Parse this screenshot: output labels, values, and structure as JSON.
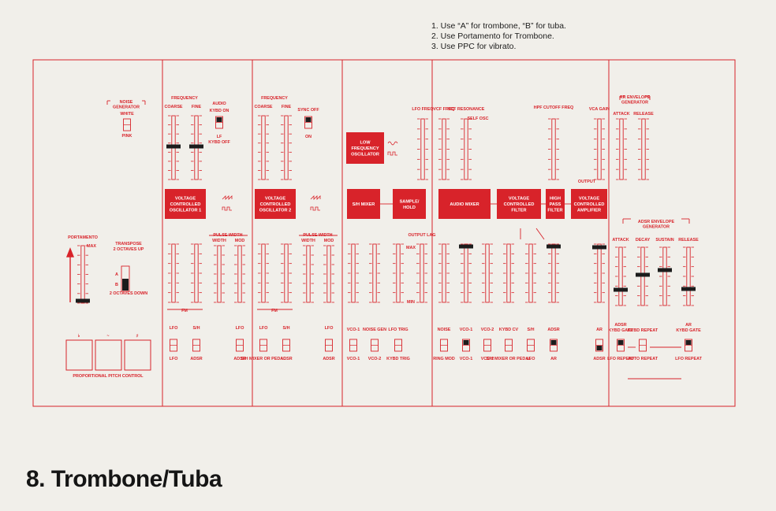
{
  "title": "8. Trombone/Tuba",
  "notes": [
    "1. Use “A” for trombone, “B” for tuba.",
    "2. Use Portamento for Trombone.",
    "3. Use PPC for vibrato."
  ],
  "colors": {
    "accent": "#d8232a",
    "paper": "#f1efea",
    "ink": "#1c1c1c"
  },
  "modules": {
    "noise_generator": "NOISE GENERATOR",
    "vco1": "VOLTAGE CONTROLLED OSCILLATOR 1",
    "vco2": "VOLTAGE CONTROLLED OSCILLATOR 2",
    "lfo": "LOW FREQUENCY OSCILLATOR",
    "sh_mixer": "S/H MIXER",
    "sample_hold": "SAMPLE/ HOLD",
    "audio_mixer": "AUDIO MIXER",
    "vcf": "VOLTAGE CONTROLLED FILTER",
    "hpf": "HIGH PASS FILTER",
    "vca": "VOLTAGE CONTROLLED AMPLIFIER",
    "ar_env": "AR ENVELOPE GENERATOR",
    "adsr_env": "ADSR ENVELOPE GENERATOR"
  },
  "labels": {
    "noise_white": "WHITE",
    "noise_pink": "PINK",
    "frequency": "FREQUENCY",
    "coarse": "COARSE",
    "fine": "FINE",
    "audio": "AUDIO",
    "kybd_on": "KYBD ON",
    "lf": "LF",
    "kybd_off": "KYBD OFF",
    "sync_off": "SYNC OFF",
    "on": "ON",
    "pulse_width": "PULSE WIDTH",
    "width": "WIDTH",
    "mod": "MOD",
    "fm": "FM",
    "min": "MIN",
    "max": "MAX",
    "lfo_freq": "LFO FREQ",
    "vcf_freq": "VCF FREQ",
    "vcf_resonance": "VCF RESONANCE",
    "self_osc": "SELF OSC",
    "hpf_cutoff": "HPF CUTOFF FREQ",
    "vca_gain": "VCA GAIN",
    "output": "OUTPUT",
    "output_lag": "OUTPUT LAG",
    "attack": "ATTACK",
    "decay": "DECAY",
    "sustain": "SUSTAIN",
    "release": "RELEASE",
    "portamento": "PORTAMENTO",
    "transpose": "TRANSPOSE",
    "two_up": "2 OCTAVES UP",
    "two_down": "2 OCTAVES DOWN",
    "pos_a": "A",
    "pos_b": "B",
    "ppc": "PROPORTIONAL PITCH CONTROL",
    "flat": "♭",
    "wave": "~",
    "sharp": "♯",
    "lfo": "LFO",
    "sh": "S/H",
    "adsr": "ADSR",
    "ar": "AR",
    "sh_mixer_pedal": "S/H MIXER OR PEDAL",
    "vco_1": "VCO-1",
    "vco_2": "VCO-2",
    "noise_gen": "NOISE GEN",
    "lfo_trig": "LFO TRIG",
    "kybd_trig": "KYBD TRIG",
    "noise": "NOISE",
    "ring_mod": "RING MOD",
    "kybd_cv": "KYBD CV",
    "kybd_gate": "KYBD GATE",
    "kybd_repeat": "KYBD REPEAT",
    "lfo_repeat": "LFO REPEAT",
    "auto_repeat": "AUTO REPEAT"
  }
}
